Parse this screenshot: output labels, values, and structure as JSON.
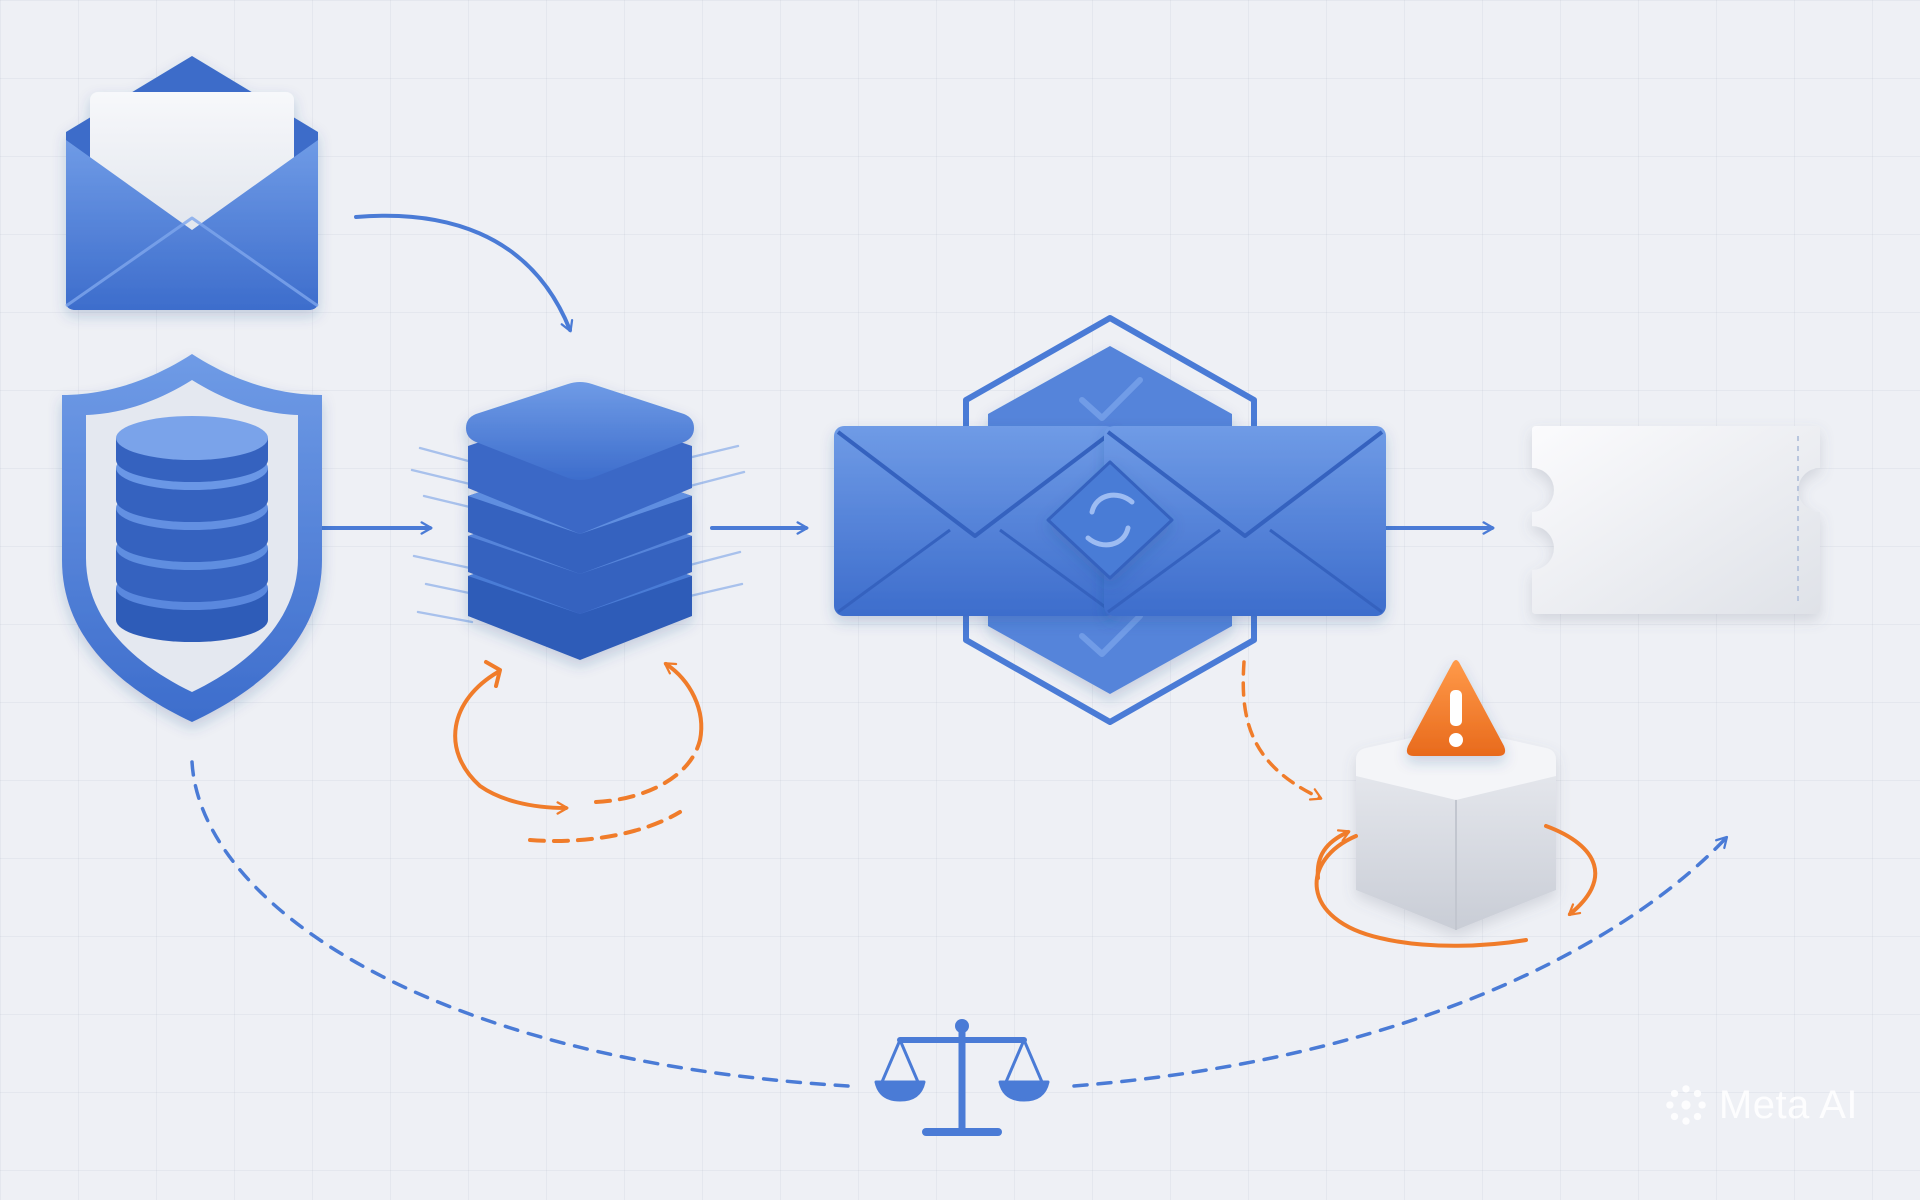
{
  "diagram": {
    "nodes": [
      {
        "id": "incoming-email",
        "icon": "open-envelope-icon"
      },
      {
        "id": "secure-database",
        "icon": "shield-database-icon"
      },
      {
        "id": "processing-stack",
        "icon": "layer-stack-icon"
      },
      {
        "id": "merge-hub",
        "icon": "hexagon-envelopes-icon"
      },
      {
        "id": "output-ticket",
        "icon": "ticket-icon"
      },
      {
        "id": "exception-box",
        "icon": "warning-box-icon"
      },
      {
        "id": "balance",
        "icon": "scales-icon"
      }
    ],
    "edges": [
      {
        "from": "incoming-email",
        "to": "processing-stack",
        "style": "solid"
      },
      {
        "from": "secure-database",
        "to": "processing-stack",
        "style": "solid"
      },
      {
        "from": "processing-stack",
        "to": "merge-hub",
        "style": "solid"
      },
      {
        "from": "merge-hub",
        "to": "output-ticket",
        "style": "solid"
      },
      {
        "from": "merge-hub",
        "to": "exception-box",
        "style": "dashed"
      },
      {
        "from": "secure-database",
        "to": "balance",
        "style": "dashed"
      },
      {
        "from": "balance",
        "to": "output-ticket",
        "style": "dashed"
      }
    ],
    "loops": [
      {
        "around": "processing-stack",
        "color": "orange"
      },
      {
        "around": "exception-box",
        "color": "orange"
      }
    ]
  },
  "colors": {
    "blue": "#4a7bd6",
    "blue_dark": "#3562bf",
    "blue_light": "#6f9be6",
    "orange": "#f07c2a",
    "grey": "#d8dbe2",
    "background": "#eef0f5"
  },
  "watermark": {
    "text": "Meta AI",
    "icon": "meta-ai-logo-icon"
  }
}
